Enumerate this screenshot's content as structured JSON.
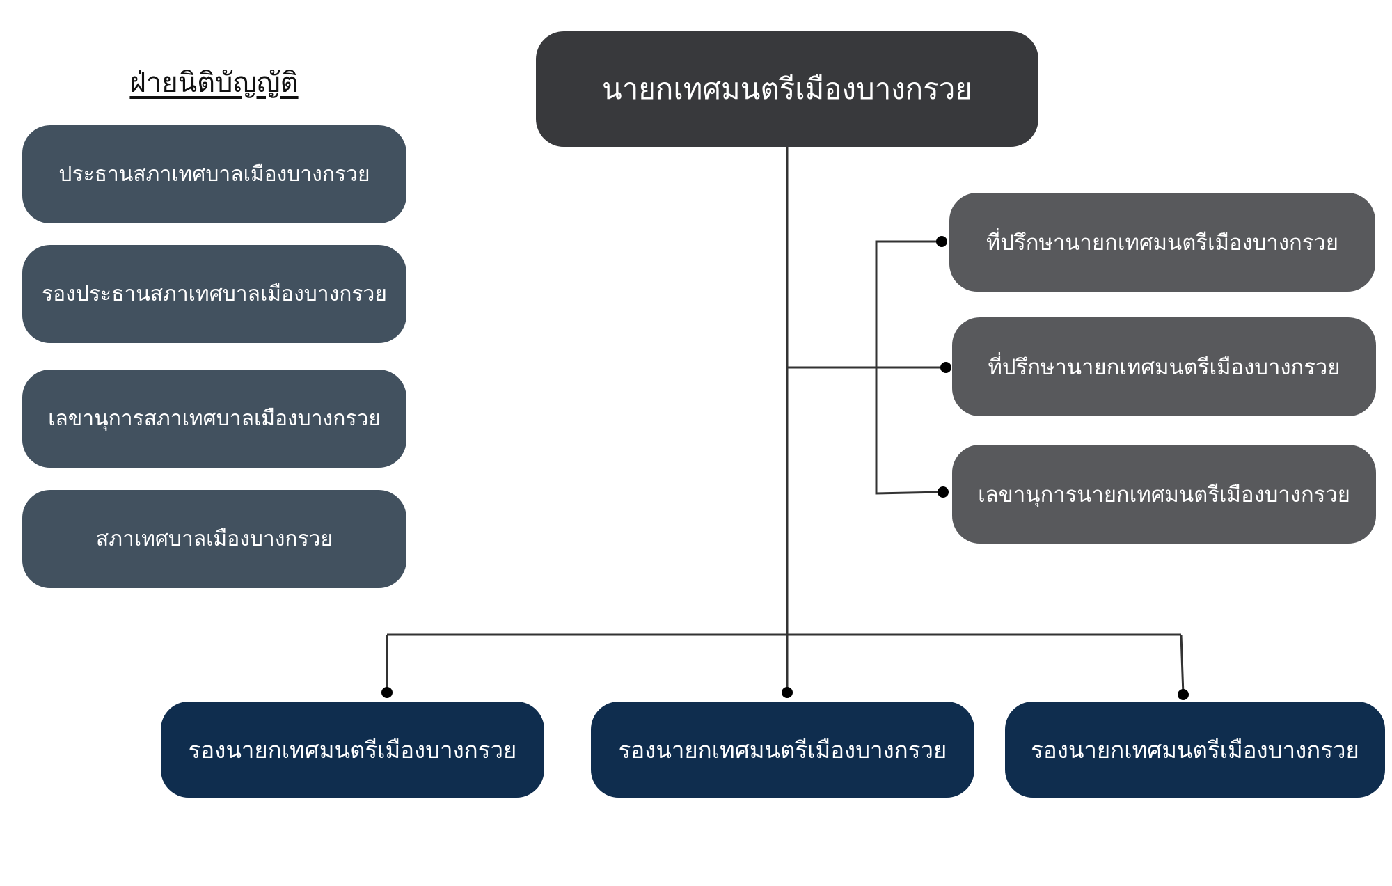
{
  "top": {
    "title": "นายกเทศมนตรีเมืองบางกรวย"
  },
  "legislative": {
    "title": "ฝ่ายนิติบัญญัติ",
    "items": [
      "ประธานสภาเทศบาลเมืองบางกรวย",
      "รองประธานสภาเทศบาลเมืองบางกรวย",
      "เลขานุการสภาเทศบาลเมืองบางกรวย",
      "สภาเทศบาลเมืองบางกรวย"
    ]
  },
  "advisors": {
    "items": [
      "ที่ปรึกษานายกเทศมนตรีเมืองบางกรวย",
      "ที่ปรึกษานายกเทศมนตรีเมืองบางกรวย",
      "เลขานุการนายกเทศมนตรีเมืองบางกรวย"
    ]
  },
  "deputies": {
    "items": [
      "รองนายกเทศมนตรีเมืองบางกรวย",
      "รองนายกเทศมนตรีเมืองบางกรวย",
      "รองนายกเทศมนตรีเมืองบางกรวย"
    ]
  },
  "colors": {
    "top_box": "#38393c",
    "legislative_box": "#42515f",
    "advisor_box": "#58595c",
    "deputy_box": "#0f2d4e",
    "connector": "#333333"
  }
}
